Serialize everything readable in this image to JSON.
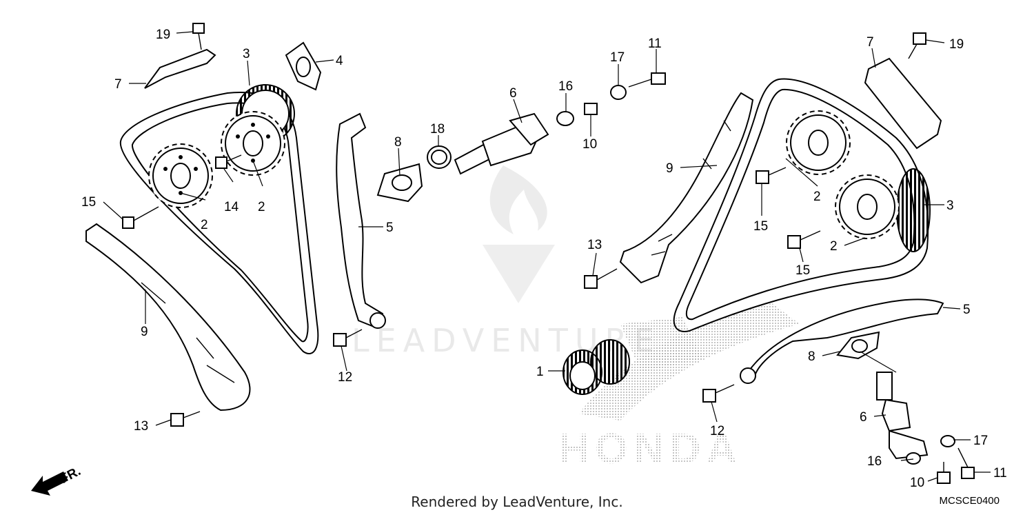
{
  "diagram": {
    "callouts": {
      "l19": "19",
      "l7": "7",
      "l3": "3",
      "l4": "4",
      "l15": "15",
      "l14": "14",
      "l2a": "2",
      "l2b": "2",
      "l9": "9",
      "l13": "13",
      "l5": "5",
      "l12": "12",
      "l8": "8",
      "l18": "18",
      "l6": "6",
      "l16": "16",
      "l10": "10",
      "l17": "17",
      "l11": "11",
      "r7": "7",
      "r19": "19",
      "r9": "9",
      "r2a": "2",
      "r3": "3",
      "r15a": "15",
      "r2b": "2",
      "r15b": "15",
      "r13": "13",
      "r5": "5",
      "r8": "8",
      "r1": "1",
      "r12": "12",
      "r6": "6",
      "r17": "17",
      "r16": "16",
      "r10": "10",
      "r11": "11"
    },
    "front_marker": "FR.",
    "credit": "Rendered by LeadVenture, Inc.",
    "diagram_code": "MCSCE0400",
    "watermark_text": "LEADVENTURE",
    "brand_text": "HONDA"
  }
}
